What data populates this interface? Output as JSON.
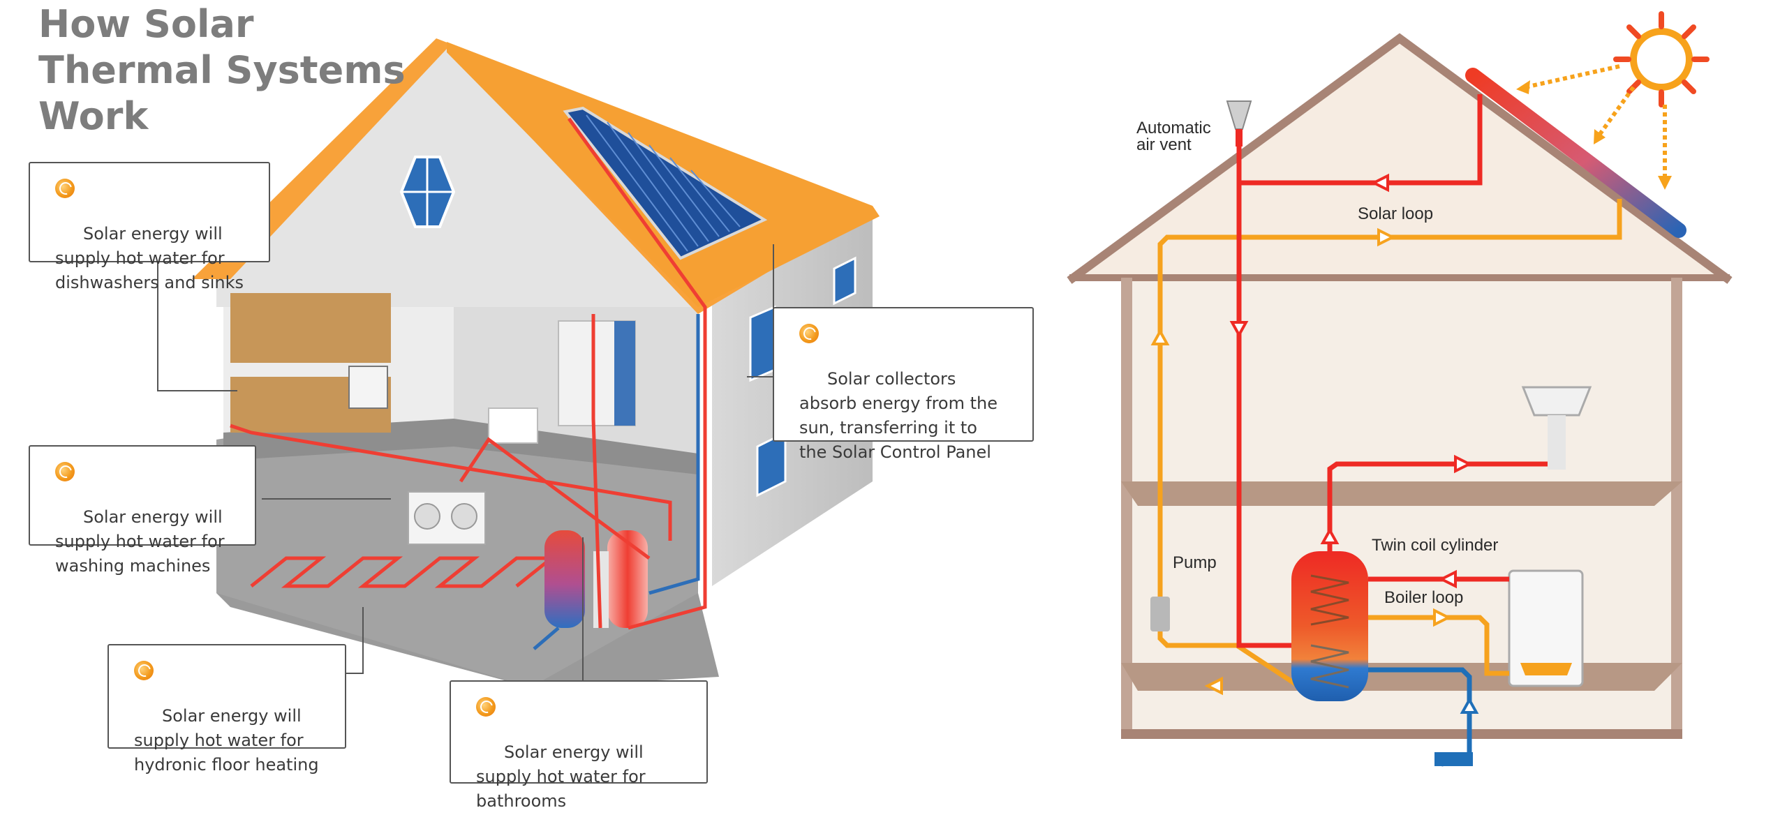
{
  "left_panel": {
    "title": "How Solar\nThermal Systems\nWork",
    "callouts": {
      "dishwashers": "Solar energy will\nsupply hot water for\ndishwashers and sinks",
      "washing": "Solar energy will\nsupply hot water for\nwashing machines",
      "floor": "Solar energy will\nsupply hot water for\nhydronic floor heating",
      "bathrooms": "Solar energy will\nsupply hot water for\nbathrooms",
      "collectors": "Solar collectors\nabsorb energy from the\nsun, transferring it to\nthe Solar Control Panel"
    }
  },
  "right_panel": {
    "labels": {
      "air_vent": "Automatic\nair vent",
      "solar_loop": "Solar loop",
      "pump": "Pump",
      "cylinder": "Twin coil cylinder",
      "boiler_loop": "Boiler loop"
    }
  },
  "colors": {
    "accent": "#f39a1c",
    "roof": "#f8a23a",
    "hot_pipe": "#ee2a24",
    "solar_pipe": "#f6a21e",
    "cold_pipe": "#1f6fb8",
    "house_frame": "#a88475",
    "wall_fill": "#f6ece2"
  }
}
